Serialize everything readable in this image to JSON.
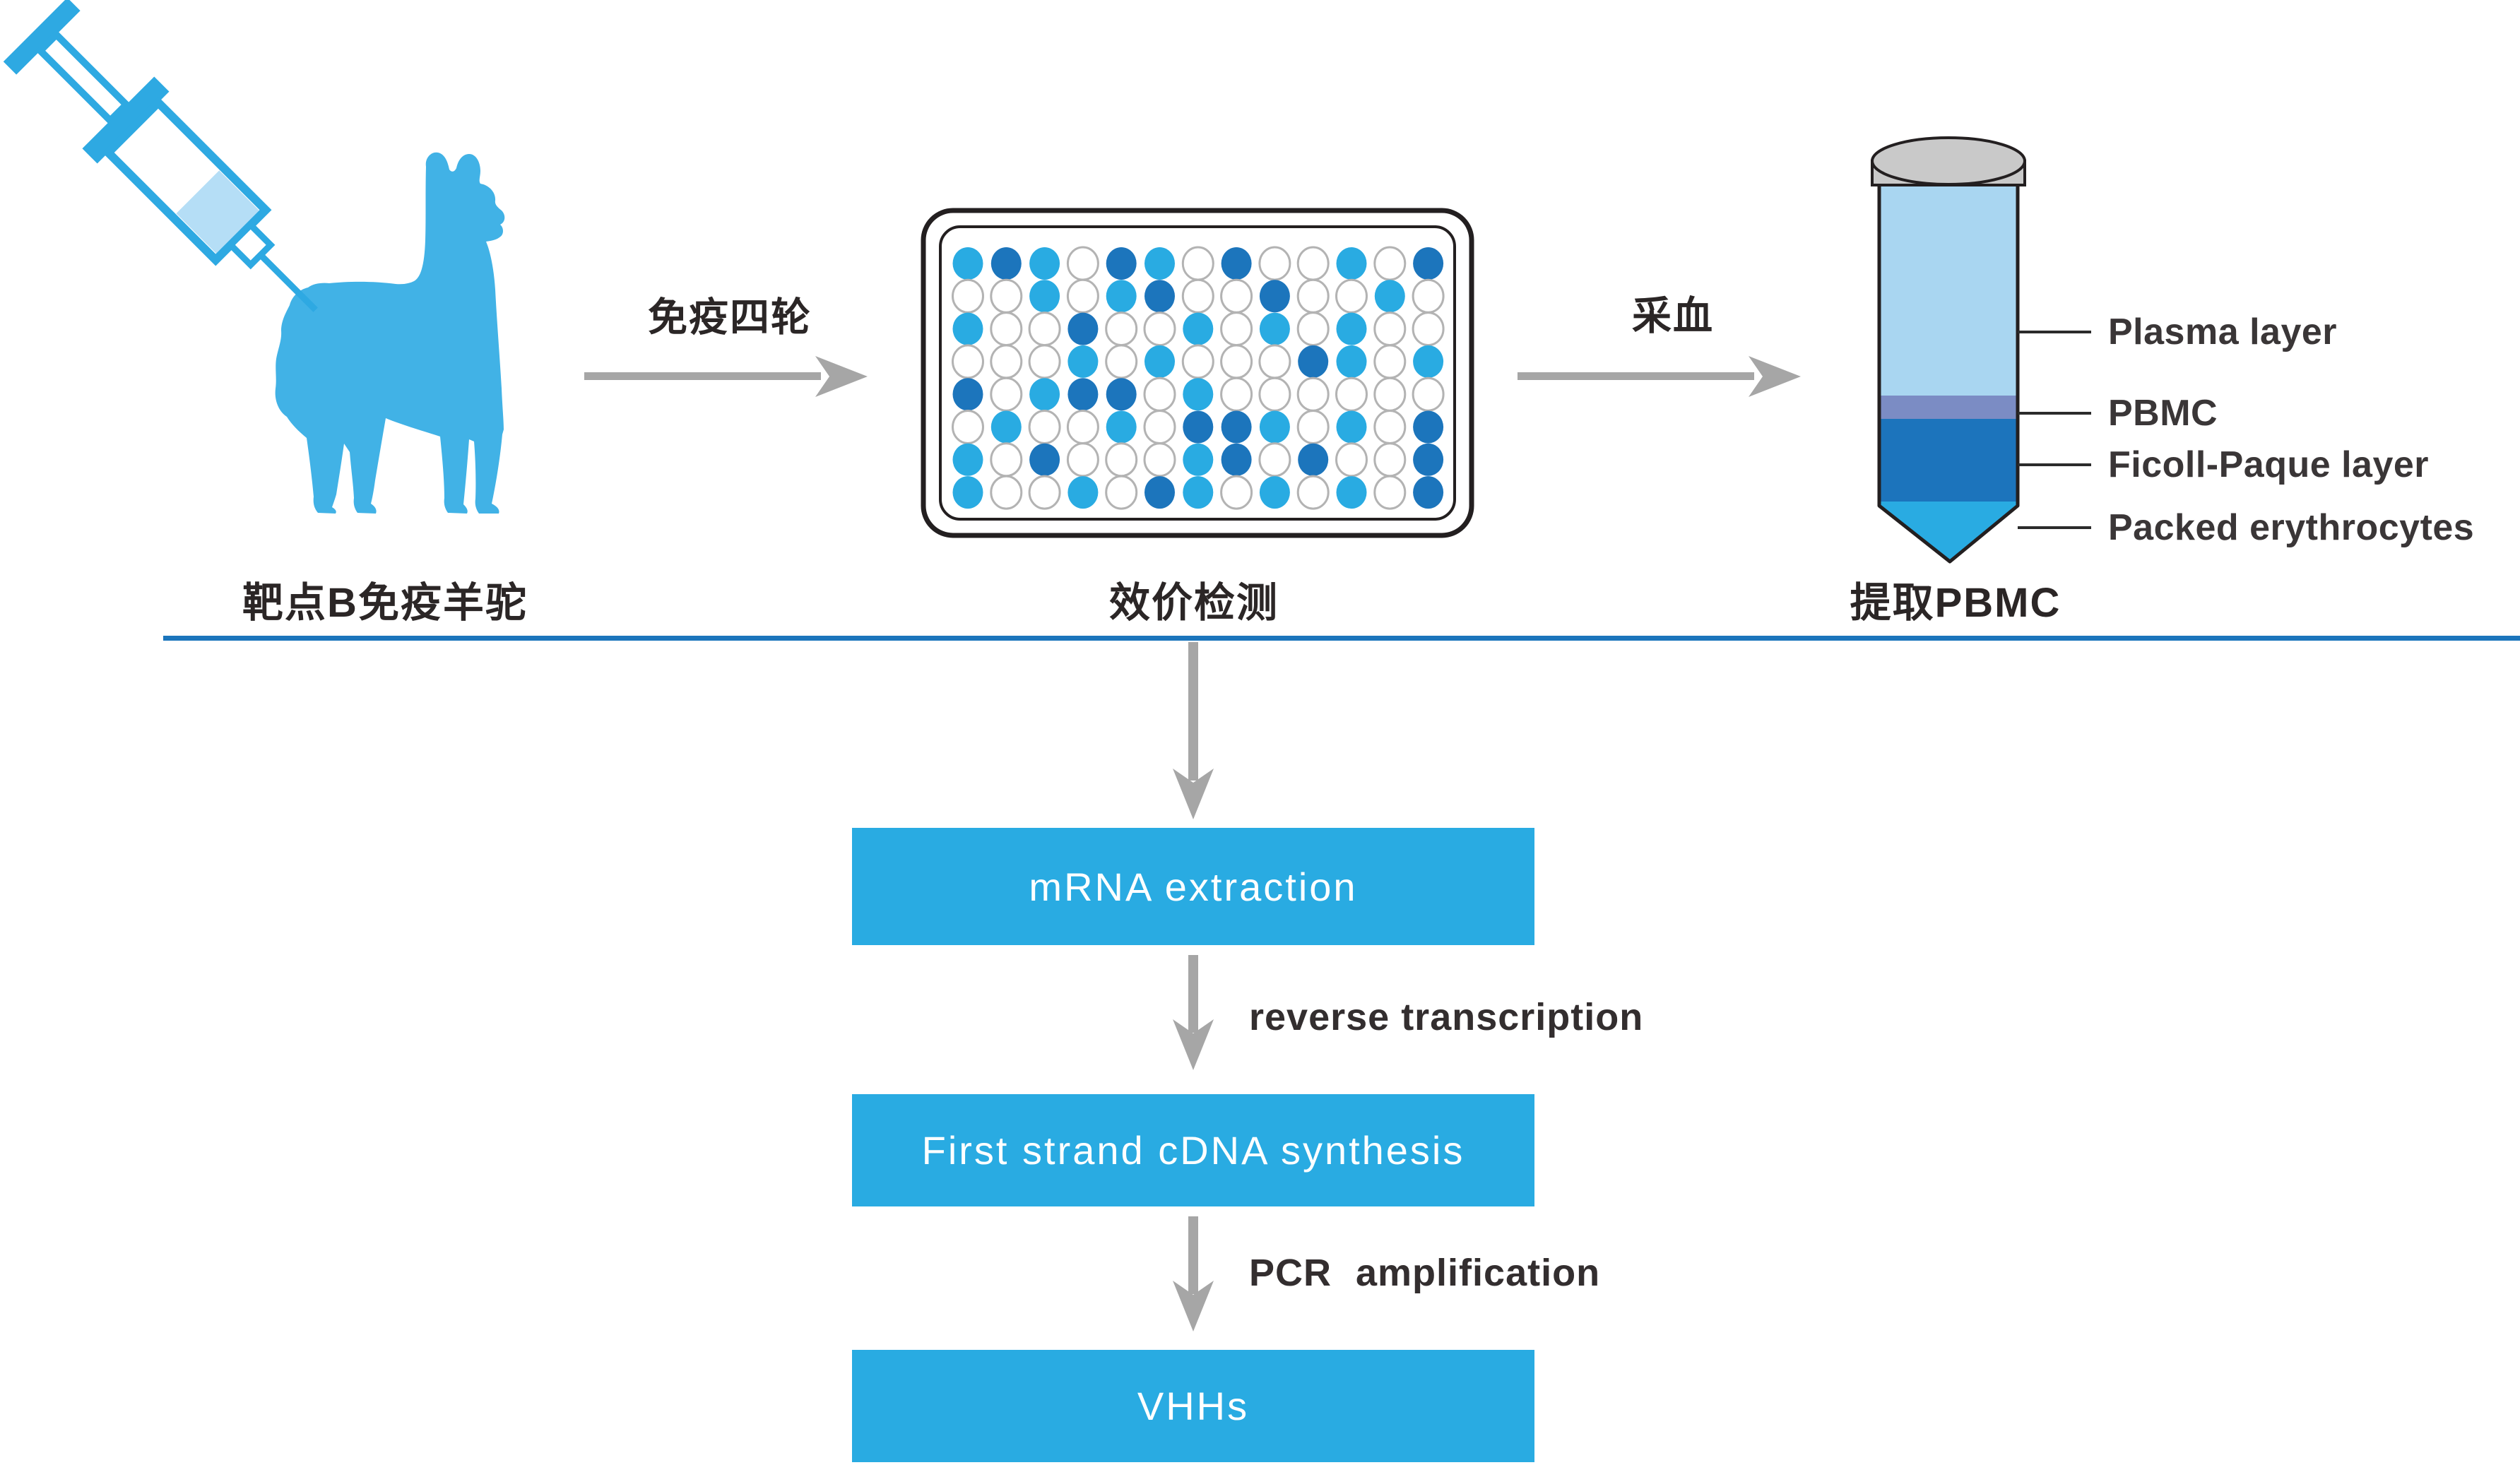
{
  "colors": {
    "light_blue": "#29ABE2",
    "dark_blue": "#1C75BC",
    "llama_blue": "#41B2E6",
    "syringe_blue": "#2EA9E2",
    "syringe_liquid": "#B5DEF6",
    "plasma": "#A9D6F1",
    "pbmc_band": "#7B8CC4",
    "ficoll": "#1C74BC",
    "erythrocytes": "#29ABE2",
    "cap_gray": "#C9C9C9",
    "arrow_gray": "#A6A6A6",
    "divider_blue": "#1B75BC",
    "outline_dark": "#231F20",
    "text_dark": "#2B2626",
    "well_empty_stroke": "#B3B3B3",
    "box_blue": "#29ABE2"
  },
  "stage_labels": {
    "immunized_alpaca": "靶点B免疫羊驼",
    "titer_assay": "效价检测",
    "extract_pbmc": "提取PBMC"
  },
  "arrows": {
    "immunization_rounds": "免疫四轮",
    "blood_collection": "采血",
    "reverse_transcription": "reverse transcription",
    "pcr_amplification": "PCR amplification"
  },
  "plate": {
    "rows": 8,
    "cols": 13,
    "well_legend": {
      "L": "light-blue well",
      "D": "dark-blue well",
      "W": "empty well"
    },
    "wells": [
      "LDLWDLWDWWLWD",
      "WWLWLDWWDWWLW",
      "LWWDWWLWLWLWW",
      "WWWLWLWWWDLWL",
      "DWLDDWLWWWWWW",
      "WLWWLWDDLWLWD",
      "LWDWWWLDWDWWD",
      "LWWLWDLWLWLWD"
    ]
  },
  "tube": {
    "layer_labels": [
      "Plasma layer",
      "PBMC",
      "Ficoll-Paque layer",
      "Packed erythrocytes"
    ]
  },
  "flow_boxes": [
    {
      "label": "mRNA extraction"
    },
    {
      "label": "First strand cDNA synthesis"
    },
    {
      "label": "VHHs"
    }
  ]
}
